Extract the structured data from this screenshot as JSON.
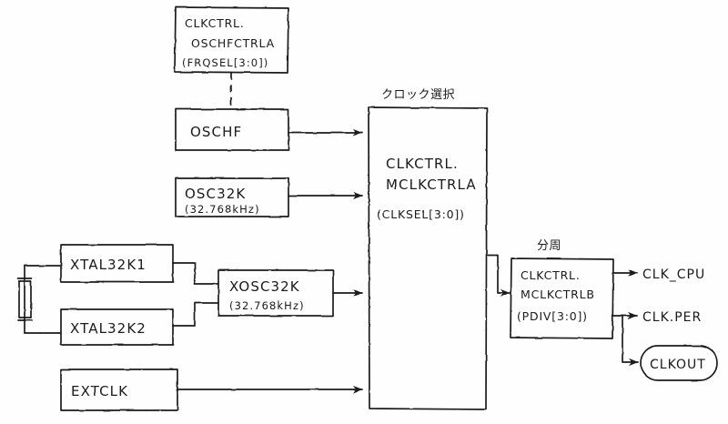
{
  "diagram": {
    "title": "Clock system block diagram (hand-drawn)",
    "background_color": "#fefefe",
    "ink_color": "#1a1a1a"
  },
  "boxes": {
    "oschfctrla": {
      "line1": "CLKCTRL.",
      "line2": "OSCHFCTRLA",
      "line3": "(FRQSEL[3:0])"
    },
    "oschf": {
      "label": "OSCHF"
    },
    "osc32k": {
      "line1": "OSC32K",
      "line2": "(32.768kHz)"
    },
    "xtal32k1": {
      "label": "XTAL32K1"
    },
    "xtal32k2": {
      "label": "XTAL32K2"
    },
    "xosc32k": {
      "line1": "XOSC32K",
      "line2": "(32.768kHz)"
    },
    "extclk": {
      "label": "EXTCLK"
    },
    "mclkctrla": {
      "caption": "クロック選択",
      "line1": "CLKCTRL.",
      "line2": "MCLKCTRLA",
      "line3": "(CLKSEL[3:0])"
    },
    "mclkctrlb": {
      "caption": "分周",
      "line1": "CLKCTRL.",
      "line2": "MCLKCTRLB",
      "line3": "(PDIV[3:0])"
    },
    "clkout": {
      "label": "CLKOUT"
    }
  },
  "outputs": {
    "clk_cpu": "CLK_CPU",
    "clk_per": "CLK.PER"
  },
  "symbols": {
    "crystal": "crystal-resonator"
  }
}
